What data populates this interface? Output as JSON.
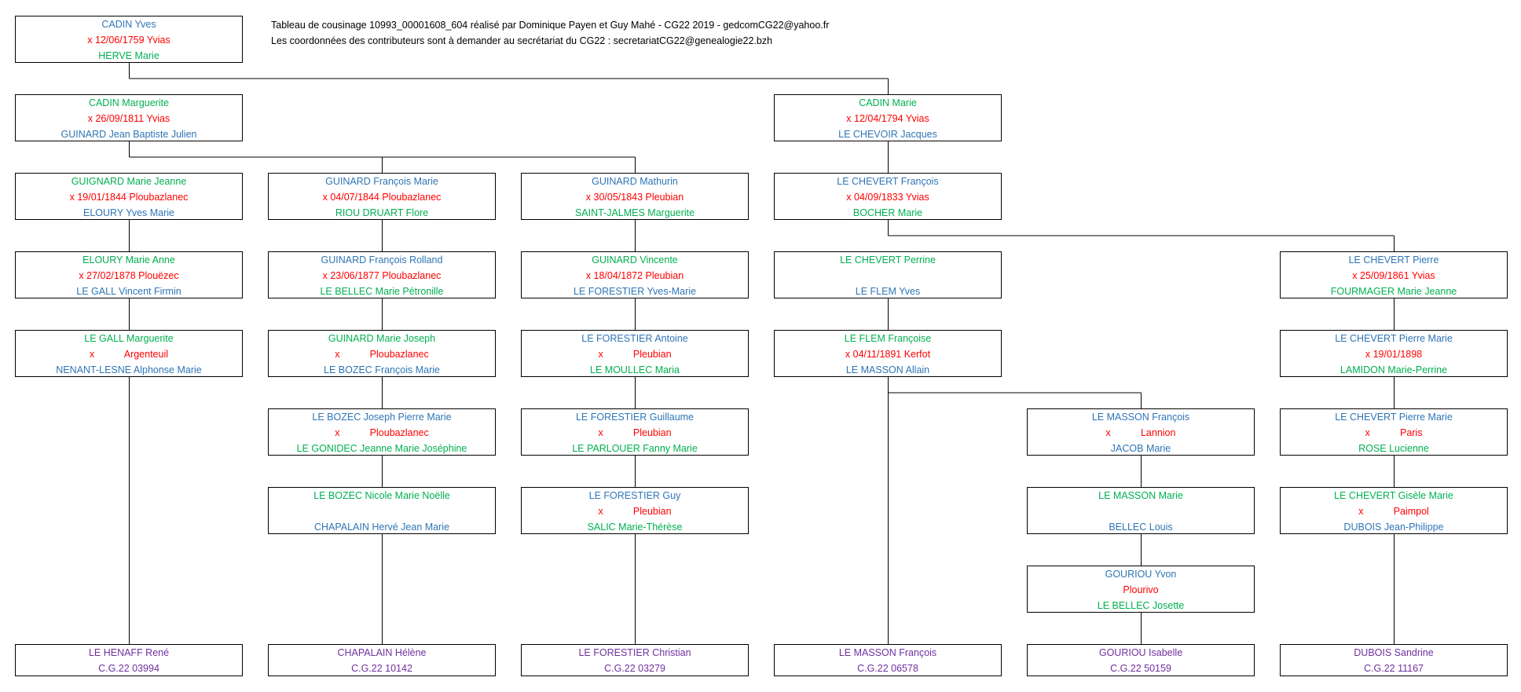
{
  "header": {
    "line1": "Tableau de cousinage 10993_00001608_604 réalisé par Dominique Payen et Guy Mahé - CG22 2019 - gedcomCG22@yahoo.fr",
    "line2": "Les coordonnées des contributeurs sont à demander au secrétariat du CG22 :  secretariatCG22@genealogie22.bzh"
  },
  "colors": {
    "blue": "#2e75b6",
    "green": "#00b050",
    "red": "#ff0000",
    "purple": "#7030a0"
  },
  "root": {
    "l1": "CADIN Yves",
    "l2": "x 12/06/1759 Yvias",
    "l3": "HERVE Marie"
  },
  "nodes": {
    "n_cadin_marguerite": {
      "l1": "CADIN Marguerite",
      "l2": "x 26/09/1811 Yvias",
      "l3": "GUINARD Jean Baptiste Julien"
    },
    "n_cadin_marie": {
      "l1": "CADIN Marie",
      "l2": "x 12/04/1794 Yvias",
      "l3": "LE CHEVOIR Jacques"
    },
    "n_guignard_mj": {
      "l1": "GUIGNARD Marie Jeanne",
      "l2": "x 19/01/1844 Ploubazlanec",
      "l3": "ELOURY Yves Marie"
    },
    "n_guinard_fm": {
      "l1": "GUINARD François Marie",
      "l2": "x 04/07/1844 Ploubazlanec",
      "l3": "RIOU DRUART Flore"
    },
    "n_guinard_mathurin": {
      "l1": "GUINARD Mathurin",
      "l2": "x 30/05/1843 Pleubian",
      "l3": "SAINT-JALMES Marguerite"
    },
    "n_lechevert_francois": {
      "l1": "LE CHEVERT François",
      "l2": "x 04/09/1833 Yvias",
      "l3": "BOCHER Marie"
    },
    "n_eloury_ma": {
      "l1": "ELOURY Marie Anne",
      "l2": "x 27/02/1878 Plouëzec",
      "l3": "LE GALL Vincent Firmin"
    },
    "n_guinard_fr": {
      "l1": "GUINARD François Rolland",
      "l2": "x 23/06/1877 Ploubazlanec",
      "l3": "LE BELLEC Marie Pétronille"
    },
    "n_guinard_vincente": {
      "l1": "GUINARD Vincente",
      "l2": "x 18/04/1872 Pleubian",
      "l3": "LE FORESTIER Yves-Marie"
    },
    "n_lechevert_perrine": {
      "l1": "LE CHEVERT Perrine",
      "l2": "",
      "l3": "LE FLEM Yves"
    },
    "n_lechevert_pierre": {
      "l1": "LE CHEVERT Pierre",
      "l2": "x 25/09/1861 Yvias",
      "l3": "FOURMAGER Marie Jeanne"
    },
    "n_legall_marguerite": {
      "l1": "LE GALL Marguerite",
      "l2": "x           Argenteuil",
      "l3": "NENANT-LESNE Alphonse Marie"
    },
    "n_guinard_mjoseph": {
      "l1": "GUINARD Marie Joseph",
      "l2": "x           Ploubazlanec",
      "l3": "LE BOZEC François Marie"
    },
    "n_leforestier_antoine": {
      "l1": "LE FORESTIER Antoine",
      "l2": "x           Pleubian",
      "l3": "LE MOULLEC Maria"
    },
    "n_leflem_francoise": {
      "l1": "LE FLEM Françoise",
      "l2": "x 04/11/1891 Kerfot",
      "l3": "LE MASSON Allain"
    },
    "n_lechevert_pm": {
      "l1": "LE CHEVERT Pierre Marie",
      "l2": "x 19/01/1898",
      "l3": "LAMIDON Marie-Perrine"
    },
    "n_lebozec_jpm": {
      "l1": "LE BOZEC Joseph Pierre Marie",
      "l2": "x           Ploubazlanec",
      "l3": "LE GONIDEC Jeanne Marie Joséphine"
    },
    "n_leforestier_guillaume": {
      "l1": "LE FORESTIER Guillaume",
      "l2": "x           Pleubian",
      "l3": "LE PARLOUER Fanny Marie"
    },
    "n_lemasson_francois": {
      "l1": "LE MASSON François",
      "l2": "x           Lannion",
      "l3": "JACOB Marie"
    },
    "n_lechevert_pm2": {
      "l1": "LE CHEVERT Pierre Marie",
      "l2": "x           Paris",
      "l3": "ROSE Lucienne"
    },
    "n_lebozec_nmn": {
      "l1": "LE BOZEC Nicole Marie Noëlle",
      "l2": "",
      "l3": "CHAPALAIN Hervé Jean Marie"
    },
    "n_leforestier_guy": {
      "l1": "LE FORESTIER Guy",
      "l2": "x           Pleubian",
      "l3": "SALIC Marie-Thérèse"
    },
    "n_lemasson_marie": {
      "l1": "LE MASSON Marie",
      "l2": "",
      "l3": "BELLEC Louis"
    },
    "n_lechevert_gisele": {
      "l1": "LE CHEVERT Gisèle Marie",
      "l2": "x           Paimpol",
      "l3": "DUBOIS Jean-Philippe"
    },
    "n_gouriou_yvon": {
      "l1": "GOURIOU Yvon",
      "l2": "Plourivo",
      "l3": "LE BELLEC Josette"
    }
  },
  "leaves": {
    "leaf1": {
      "name": "LE HENAFF René",
      "code": "C.G.22 03994"
    },
    "leaf2": {
      "name": "CHAPALAIN Hélène",
      "code": "C.G.22 10142"
    },
    "leaf3": {
      "name": "LE FORESTIER Christian",
      "code": "C.G.22 03279"
    },
    "leaf4": {
      "name": "LE MASSON François",
      "code": "C.G.22 06578"
    },
    "leaf5": {
      "name": "GOURIOU Isabelle",
      "code": "C.G.22 50159"
    },
    "leaf6": {
      "name": "DUBOIS Sandrine",
      "code": "C.G.22 11167"
    }
  }
}
